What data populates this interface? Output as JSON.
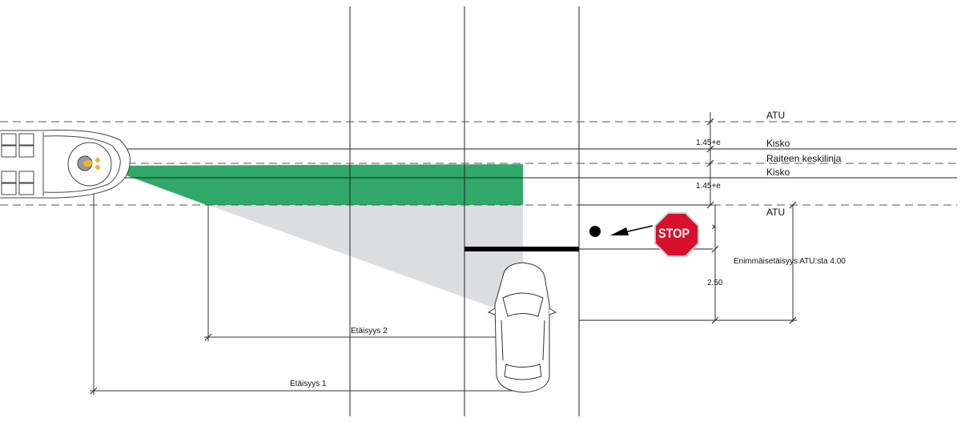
{
  "labels": {
    "atu_top": "ATU",
    "kisko_top": "Kisko",
    "centerline": "Raiteen keskilinja",
    "kisko_bottom": "Kisko",
    "atu_bottom": "ATU",
    "dim_top": "1.45+e",
    "dim_bottom": "1.45+e",
    "dim_x": "x",
    "dim_250": "2.50",
    "max_distance": "Enimmäisetäisyys ATU:sta 4.00",
    "distance_2": "Etäisyys 2",
    "distance_1": "Etäisyys 1",
    "stop_sign": "STOP"
  },
  "colors": {
    "visible_zone": "#2fa86a",
    "blind_zone": "#dcdddf",
    "stop": "#d7102b"
  }
}
